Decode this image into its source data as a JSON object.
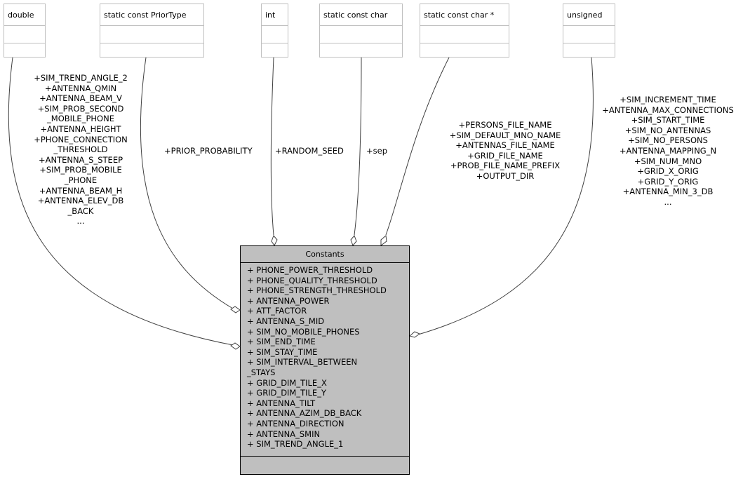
{
  "main_class": {
    "name": "Constants",
    "attributes": [
      "+ PHONE_POWER_THRESHOLD",
      "+ PHONE_QUALITY_THRESHOLD",
      "+ PHONE_STRENGTH_THRESHOLD",
      "+ ANTENNA_POWER",
      "+ ATT_FACTOR",
      "+ ANTENNA_S_MID",
      "+ SIM_NO_MOBILE_PHONES",
      "+ SIM_END_TIME",
      "+ SIM_STAY_TIME",
      "+ SIM_INTERVAL_BETWEEN",
      "_STAYS",
      "+ GRID_DIM_TILE_X",
      "+ GRID_DIM_TILE_Y",
      "+ ANTENNA_TILT",
      "+ ANTENNA_AZIM_DB_BACK",
      "+ ANTENNA_DIRECTION",
      "+ ANTENNA_SMIN",
      "+ SIM_TREND_ANGLE_1"
    ]
  },
  "type_boxes": [
    {
      "name": "double"
    },
    {
      "name": "static const PriorType"
    },
    {
      "name": "int"
    },
    {
      "name": "static const char"
    },
    {
      "name": "static const char *"
    },
    {
      "name": "unsigned"
    }
  ],
  "edge_labels": {
    "double": [
      "+SIM_TREND_ANGLE_2",
      "+ANTENNA_QMIN",
      "+ANTENNA_BEAM_V",
      "+SIM_PROB_SECOND",
      "_MOBILE_PHONE",
      "+ANTENNA_HEIGHT",
      "+PHONE_CONNECTION",
      "_THRESHOLD",
      "+ANTENNA_S_STEEP",
      "+SIM_PROB_MOBILE",
      "_PHONE",
      "+ANTENNA_BEAM_H",
      "+ANTENNA_ELEV_DB",
      "_BACK",
      "..."
    ],
    "prior": [
      "+PRIOR_PROBABILITY"
    ],
    "int": [
      "+RANDOM_SEED"
    ],
    "char": [
      "+sep"
    ],
    "char_ptr": [
      "+PERSONS_FILE_NAME",
      "+SIM_DEFAULT_MNO_NAME",
      "+ANTENNAS_FILE_NAME",
      "+GRID_FILE_NAME",
      "+PROB_FILE_NAME_PREFIX",
      "+OUTPUT_DIR"
    ],
    "unsigned": [
      "+SIM_INCREMENT_TIME",
      "+ANTENNA_MAX_CONNECTIONS",
      "+SIM_START_TIME",
      "+SIM_NO_ANTENNAS",
      "+SIM_NO_PERSONS",
      "+ANTENNA_MAPPING_N",
      "+SIM_NUM_MNO",
      "+GRID_X_ORIG",
      "+GRID_Y_ORIG",
      "+ANTENNA_MIN_3_DB",
      "..."
    ]
  }
}
